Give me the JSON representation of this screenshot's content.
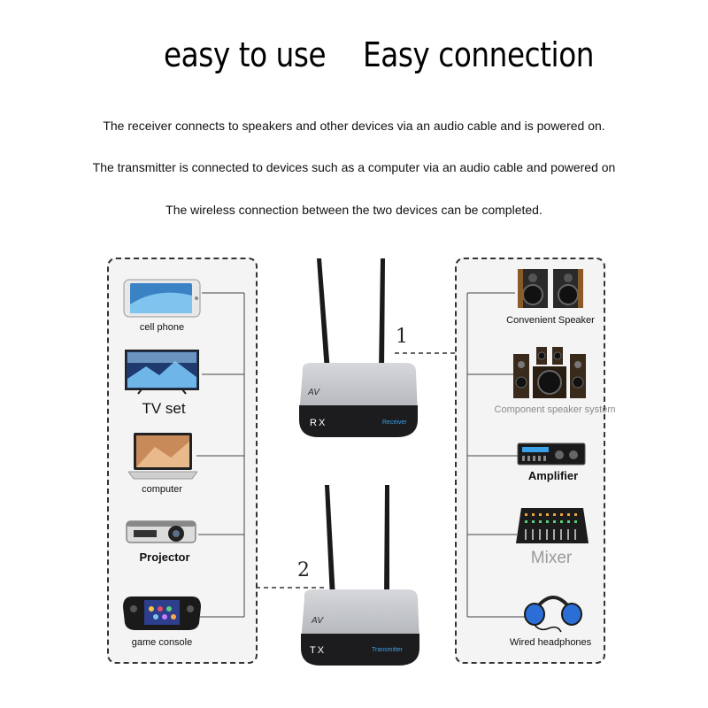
{
  "headline": {
    "left": "easy to use",
    "right": "Easy connection"
  },
  "description": [
    "The receiver connects to speakers and other devices via an audio cable and is powered on.",
    "The transmitter is connected to devices such as a computer via an audio cable and powered on",
    "The wireless connection between the two devices can be completed."
  ],
  "left_devices": [
    "cell phone",
    "TV set",
    "computer",
    "Projector",
    "game console"
  ],
  "right_devices": [
    "Convenient Speaker",
    "Component speaker system",
    "Amplifier",
    "Mixer",
    "Wired headphones"
  ],
  "receiver": {
    "tag": "RX",
    "label": "Receiver",
    "brand": "AV"
  },
  "transmitter": {
    "tag": "TX",
    "label": "Transmitter",
    "brand": "AV"
  },
  "steps": [
    "1",
    "2"
  ],
  "colors": {
    "panel_border": "#333333",
    "panel_bg": "#f4f4f4",
    "device_body": "#b9bcc0",
    "device_front": "#1c1c1e",
    "accent_blue": "#3aa0e8"
  }
}
